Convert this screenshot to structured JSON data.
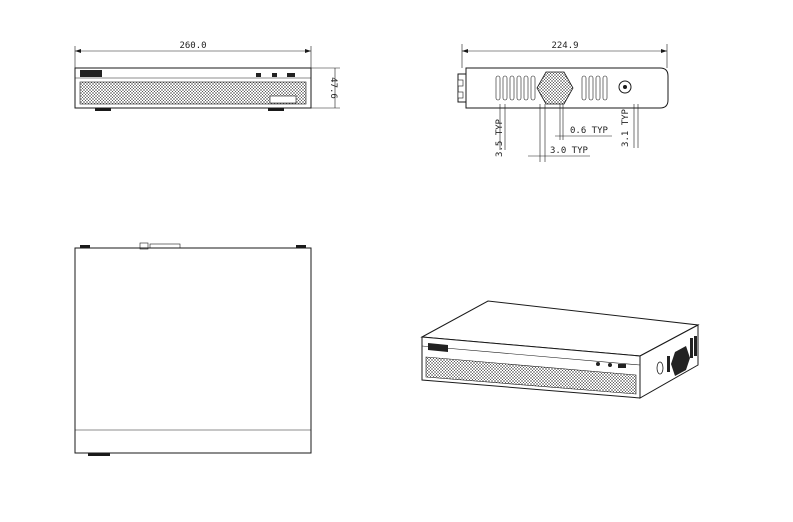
{
  "figure": {
    "type": "technical-drawing",
    "views": [
      "front",
      "side",
      "top",
      "isometric"
    ]
  },
  "dimensions": {
    "front_width": "260.0",
    "front_height": "47.6",
    "side_depth": "224.9",
    "side_tolerance_a": "0.6 TYP",
    "side_tolerance_b": "3.0 TYP",
    "side_vertical_a": "3.5 TYP",
    "side_vertical_b": "3.1 TYP"
  },
  "colors": {
    "line": "#1a1a1a",
    "hatch": "#555555",
    "background": "#ffffff"
  }
}
